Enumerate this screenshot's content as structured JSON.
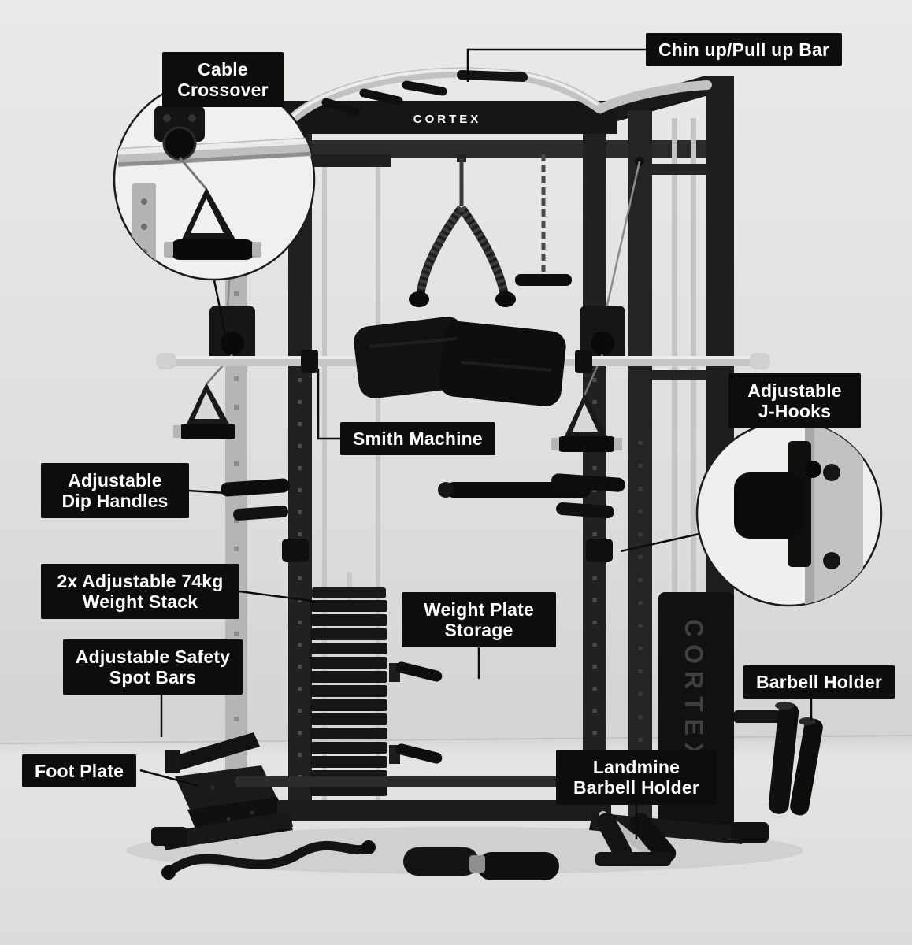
{
  "brand": {
    "name": "CORTEX"
  },
  "colors": {
    "background_top": "#e9e9e7",
    "background_bottom": "#d7d7d5",
    "label_bg": "#0d0d0d",
    "label_text": "#ffffff",
    "frame_dark": "#1a1a1a",
    "chrome": "#c6c6c6"
  },
  "callouts": {
    "chin_up_bar": {
      "label": "Chin up/Pull up Bar"
    },
    "cable_crossover": {
      "label": "Cable Crossover"
    },
    "smith_machine": {
      "label": "Smith Machine"
    },
    "adjustable_j_hooks": {
      "label": "Adjustable J-Hooks"
    },
    "adjustable_dip_handles": {
      "label": "Adjustable Dip Handles"
    },
    "weight_stack": {
      "label": "2x Adjustable 74kg Weight Stack"
    },
    "weight_plate_storage": {
      "label": "Weight Plate Storage"
    },
    "safety_spot_bars": {
      "label": "Adjustable Safety Spot Bars"
    },
    "barbell_holder": {
      "label": "Barbell Holder"
    },
    "foot_plate": {
      "label": "Foot Plate"
    },
    "landmine_barbell_holder": {
      "label": "Landmine Barbell Holder"
    }
  }
}
